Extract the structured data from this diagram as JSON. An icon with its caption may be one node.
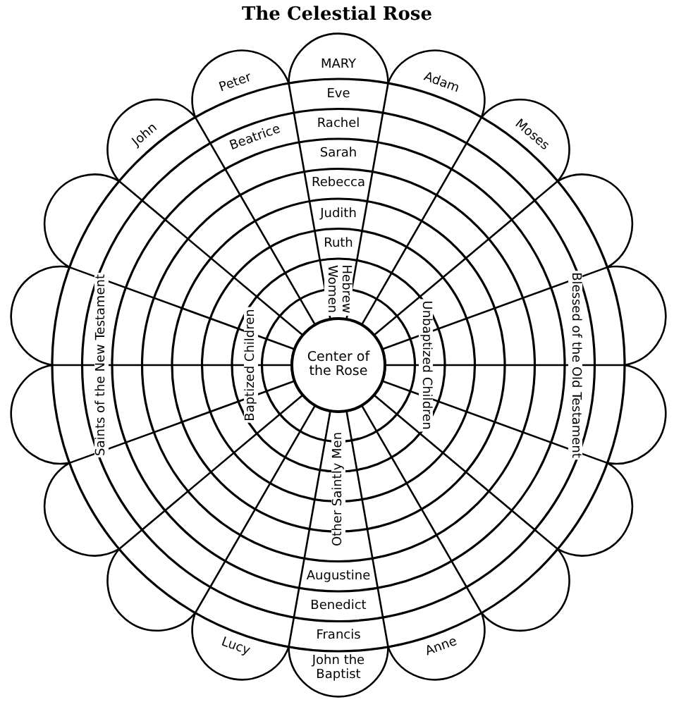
{
  "diagram": {
    "title": "The Celestial Rose",
    "nodes": [
      {
        "text": [
          "MARY"
        ]
      },
      {
        "text": [
          "Peter"
        ]
      },
      {
        "text": [
          "Adam"
        ]
      },
      {
        "text": [
          "John"
        ]
      },
      {
        "text": [
          "Moses"
        ]
      },
      {
        "text": [
          "Eve"
        ]
      },
      {
        "text": [
          "Beatrice"
        ]
      },
      {
        "text": [
          "Rachel"
        ]
      },
      {
        "text": [
          "Sarah"
        ]
      },
      {
        "text": [
          "Rebecca"
        ]
      },
      {
        "text": [
          "Judith"
        ]
      },
      {
        "text": [
          "Ruth"
        ]
      },
      {
        "text": [
          "Hebrew Women"
        ]
      },
      {
        "text": [
          "Saints of the New Testament"
        ]
      },
      {
        "text": [
          "Baptized Children"
        ]
      },
      {
        "text": [
          "Center of the Rose"
        ]
      },
      {
        "text": [
          "Unbaptized Children"
        ]
      },
      {
        "text": [
          "Blessed of the Old Testament"
        ]
      },
      {
        "text": [
          "Other Saintly Men"
        ]
      },
      {
        "text": [
          "Augustine"
        ]
      },
      {
        "text": [
          "Benedict"
        ]
      },
      {
        "text": [
          "Francis"
        ]
      },
      {
        "text": [
          "Lucy"
        ]
      },
      {
        "text": [
          "John the Baptist"
        ]
      },
      {
        "text": [
          "Anne"
        ]
      }
    ]
  }
}
